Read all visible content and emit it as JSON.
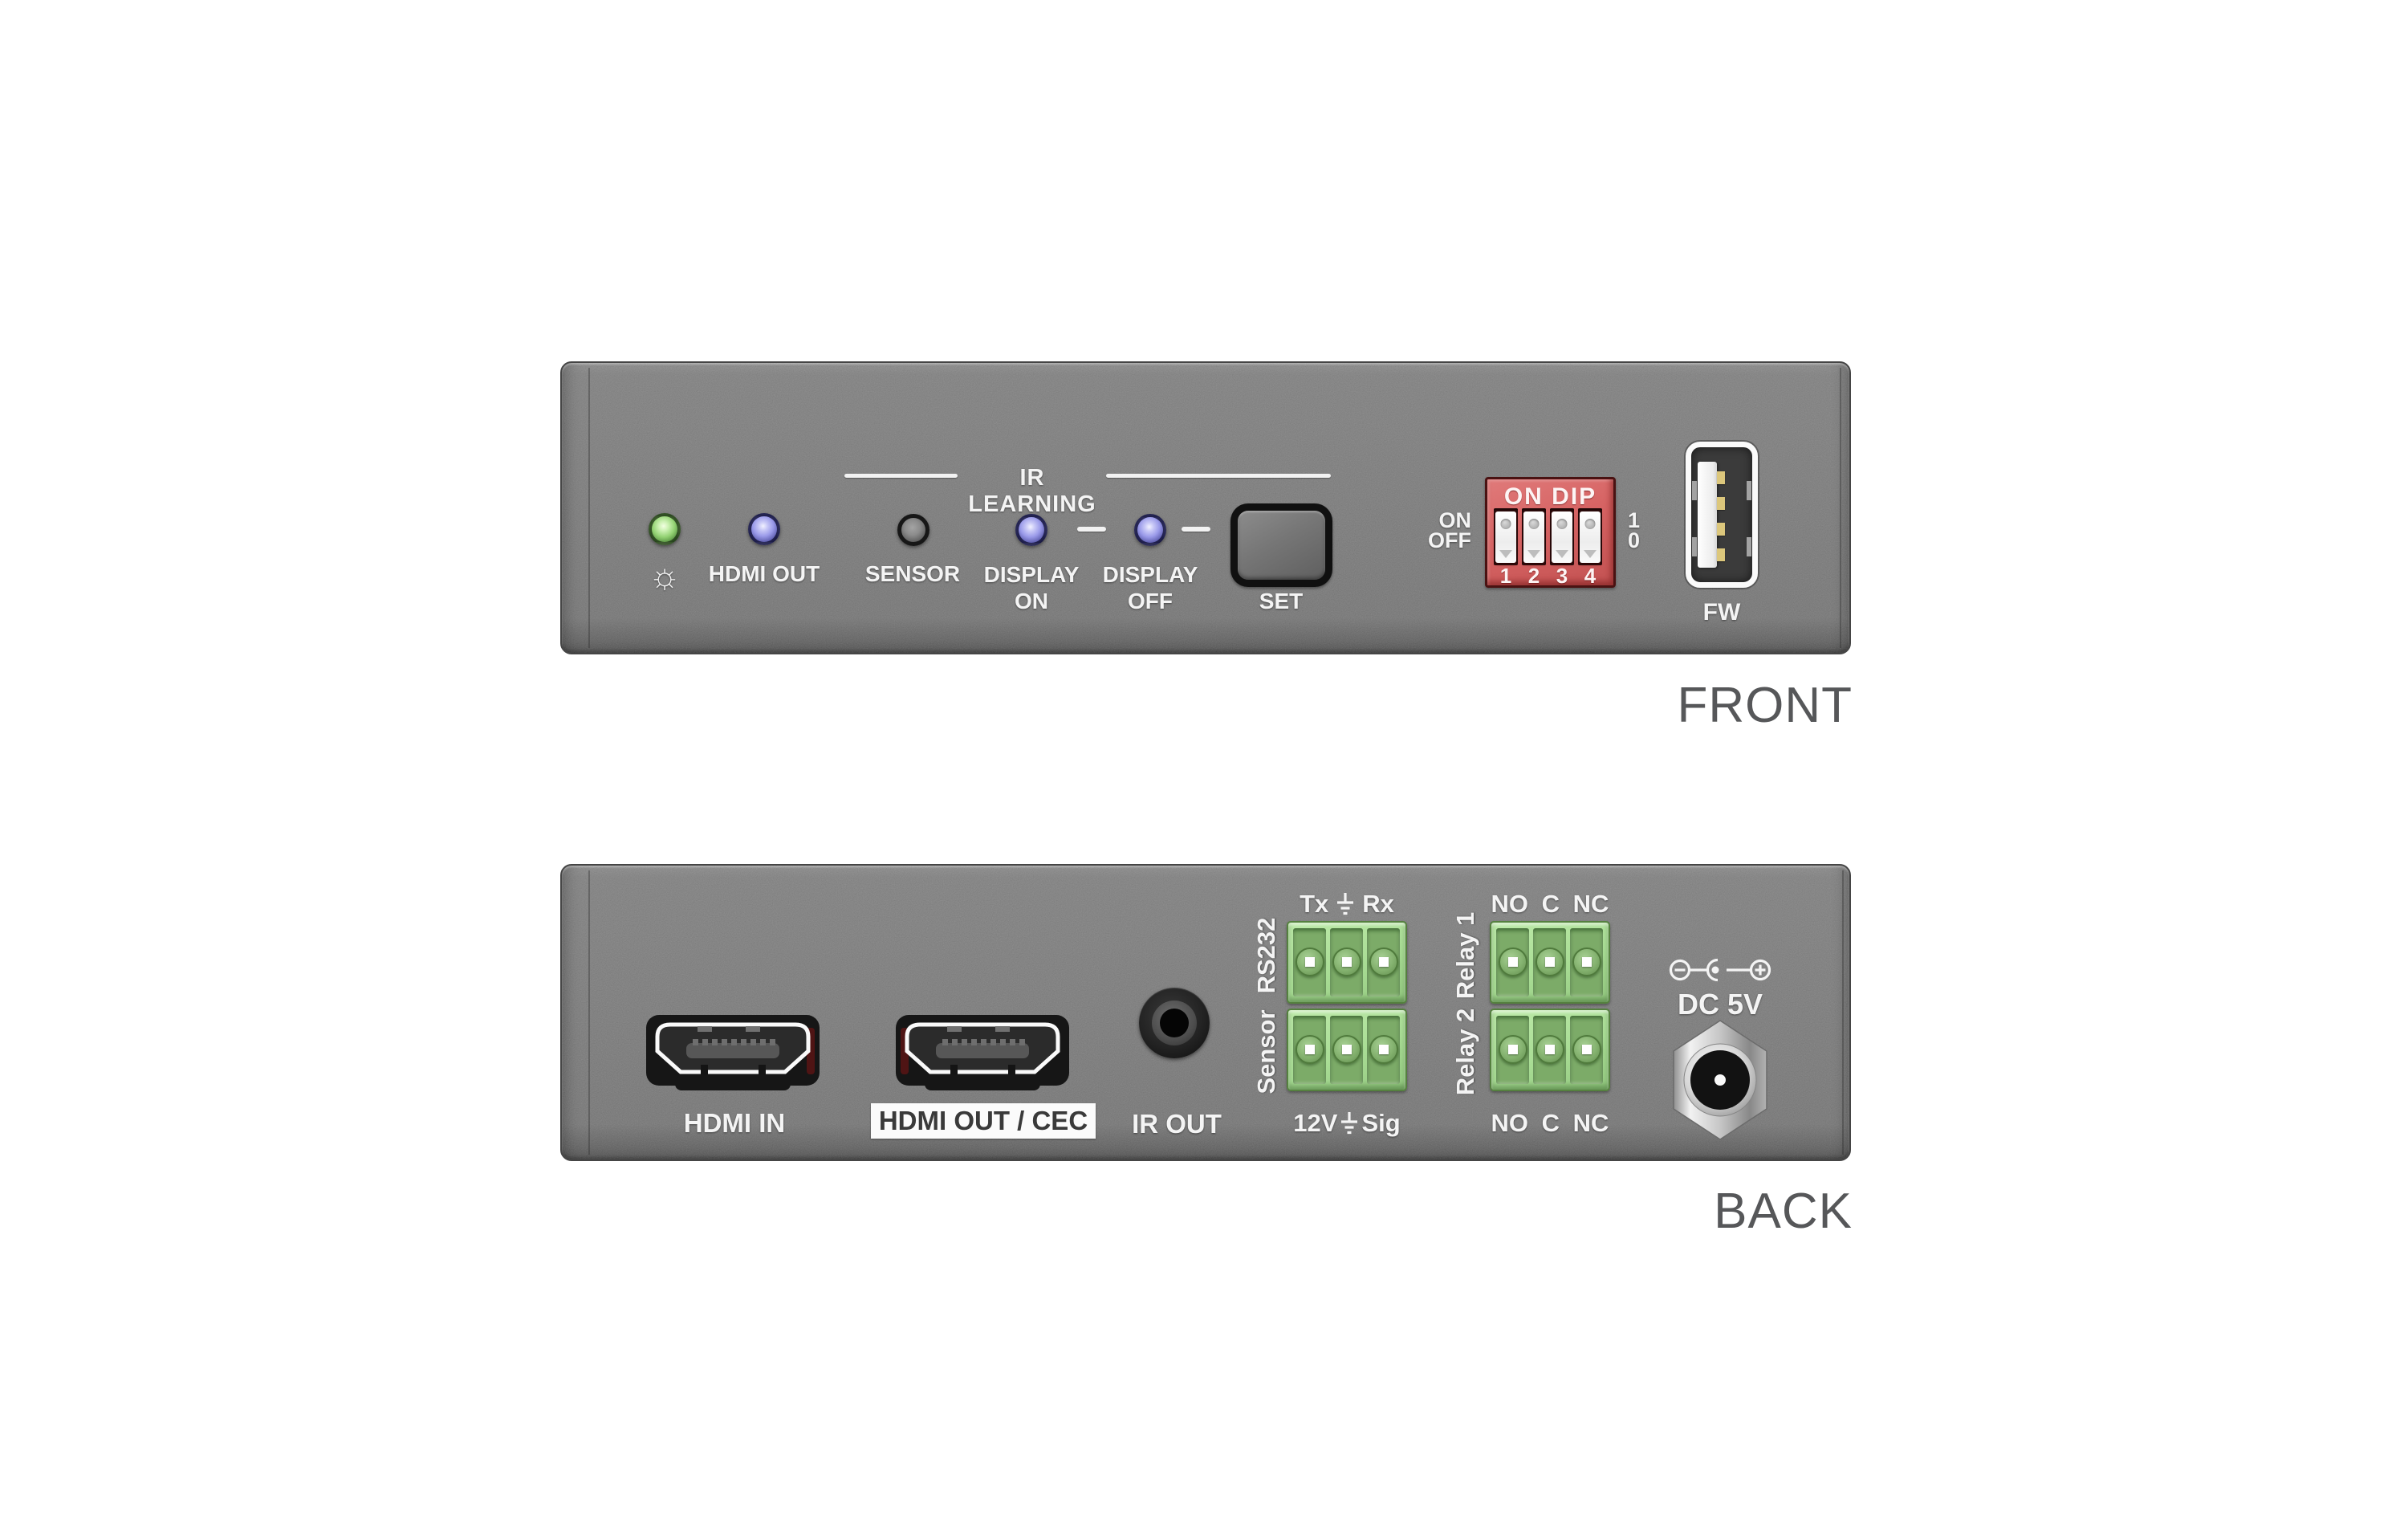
{
  "colors": {
    "panel_gray": "#7e7e7e",
    "label_white": "#f4f4f4",
    "caption_gray": "#565759",
    "dip_red": "#d66363",
    "terminal_green": "#a9dd95",
    "led_green": "#93d273",
    "led_blue": "#9a9ae9"
  },
  "front": {
    "caption": "FRONT",
    "power_led_icon": "☼",
    "hdmi_out_label": "HDMI OUT",
    "ir_learning_title": "IR LEARNING",
    "sensor_label": "SENSOR",
    "display_on_line1": "DISPLAY",
    "display_on_line2": "ON",
    "display_off_line1": "DISPLAY",
    "display_off_line2": "OFF",
    "set_label": "SET",
    "dip": {
      "header": "ON DIP",
      "side_on": "ON",
      "side_off": "OFF",
      "scale_1": "1",
      "scale_0": "0",
      "numbers": [
        "1",
        "2",
        "3",
        "4"
      ],
      "state": "all switches down (OFF)"
    },
    "usb_label": "FW"
  },
  "back": {
    "caption": "BACK",
    "hdmi_in_label": "HDMI IN",
    "hdmi_out_cec_label": "HDMI OUT / CEC",
    "ir_out_label": "IR OUT",
    "com_block": {
      "top_left": "Tx",
      "top_right": "Rx",
      "bottom_left": "12V",
      "bottom_right": "Sig",
      "side_top": "RS232",
      "side_bottom": "Sensor",
      "ground_icon": "earth-ground"
    },
    "relay_block": {
      "top_label": "NO C NC",
      "bottom_label": "NO C NC",
      "side_top": "Relay 1",
      "side_bottom": "Relay 2"
    },
    "dc_label": "DC 5V",
    "polarity_icon": "center-positive-dc-polarity"
  }
}
